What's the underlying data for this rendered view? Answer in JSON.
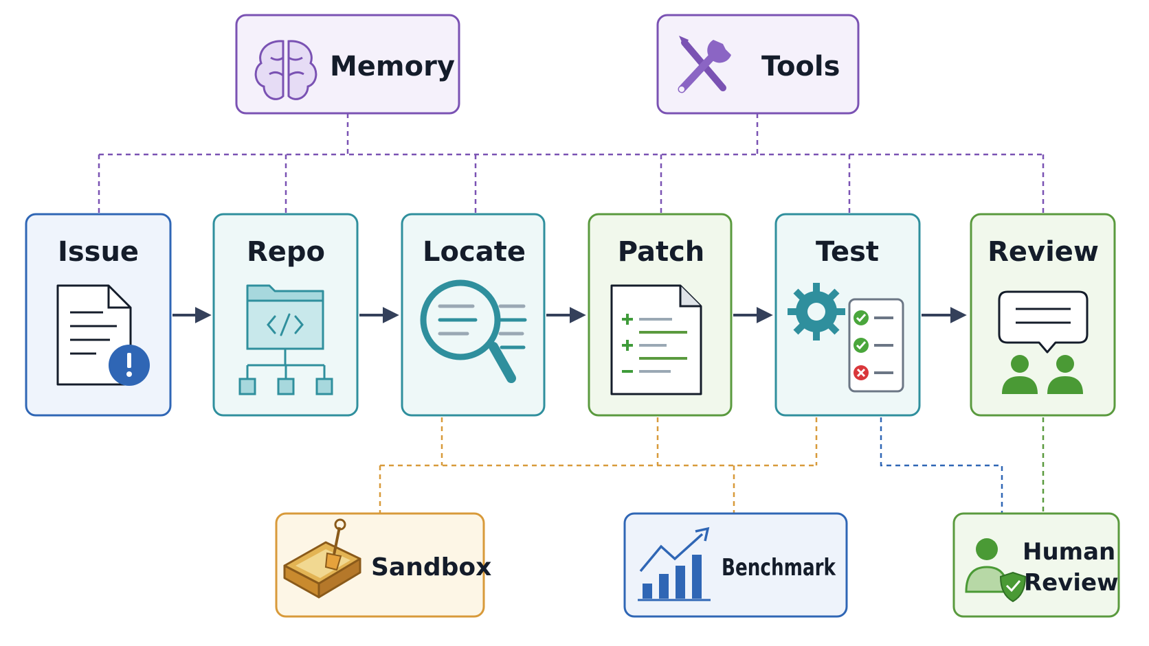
{
  "top_nodes": {
    "memory": "Memory",
    "tools": "Tools"
  },
  "steps": {
    "issue": "Issue",
    "repo": "Repo",
    "locate": "Locate",
    "patch": "Patch",
    "test": "Test",
    "review": "Review"
  },
  "bottom_nodes": {
    "sandbox": "Sandbox",
    "benchmark": "Benchmark",
    "human_review_line1": "Human",
    "human_review_line2": "Review"
  },
  "colors": {
    "purple": "#7a52b3",
    "blue": "#2f66b5",
    "teal": "#2f8f9d",
    "green": "#5a9a3e",
    "orange": "#d89a3a",
    "arrow": "#34405a"
  },
  "icons": {
    "memory": "brain-icon",
    "tools": "wrench-screwdriver-icon",
    "issue": "document-alert-icon",
    "repo": "code-folder-tree-icon",
    "locate": "magnifier-code-icon",
    "patch": "diff-document-icon",
    "test": "gear-checklist-icon",
    "review": "chat-people-icon",
    "sandbox": "sandbox-shovel-icon",
    "benchmark": "bar-chart-trend-icon",
    "human_review": "person-shield-icon"
  }
}
